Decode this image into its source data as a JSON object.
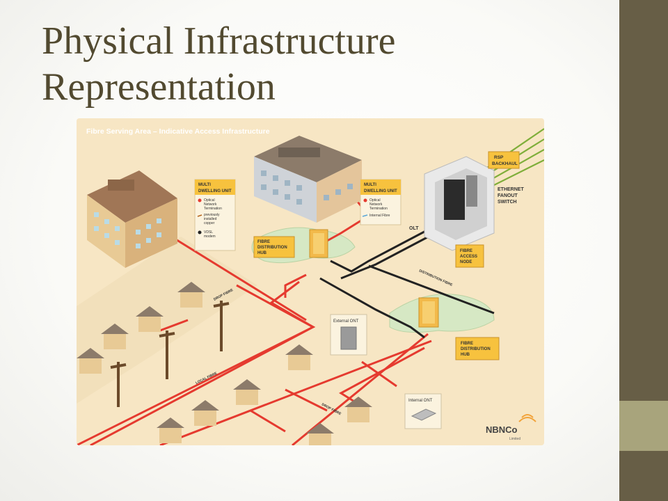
{
  "slide": {
    "title_line1": "Physical Infrastructure",
    "title_line2": "Representation"
  },
  "diagram": {
    "heading": "Fibre Serving Area – Indicative Access Infrastructure",
    "mdu_left": {
      "title1": "MULTI",
      "title2": "DWELLING UNIT",
      "legend": [
        {
          "line1": "Optical",
          "line2": "Network",
          "line3": "Termination"
        },
        {
          "line1": "previously",
          "line2": "installed",
          "line3": "copper"
        },
        {
          "line1": "VDSL",
          "line2": "modem",
          "line3": ""
        }
      ]
    },
    "mdu_right": {
      "title1": "MULTI",
      "title2": "DWELLING UNIT",
      "legend": [
        {
          "line1": "Optical",
          "line2": "Network",
          "line3": "Termination"
        },
        {
          "line1": "Internal Fibre",
          "line2": "",
          "line3": ""
        }
      ]
    },
    "rsp": {
      "line1": "RSP",
      "line2": "BACKHAUL"
    },
    "ethernet": {
      "line1": "ETHERNET",
      "line2": "FANOUT",
      "line3": "SWITCH"
    },
    "olt": "OLT",
    "fan": {
      "line1": "FIBRE",
      "line2": "ACCESS",
      "line3": "NODE"
    },
    "fdh1": {
      "line1": "FIBRE",
      "line2": "DISTRIBUTION",
      "line3": "HUB"
    },
    "fdh2": {
      "line1": "FIBRE",
      "line2": "DISTRIBUTION",
      "line3": "HUB"
    },
    "distribution_fibre": "DISTRIBUTION FIBRE",
    "drop_fibre_1": "DROP FIBRE",
    "drop_fibre_2": "DROP FIBRE",
    "local_fibre": "LOCAL FIBRE",
    "external_ont": "External ONT",
    "internal_ont": "Internal ONT",
    "logo": {
      "brand": "NBNCo",
      "sub": "Limited"
    },
    "colors": {
      "background": "#f7e6c4",
      "local_fibre": "#e53a2f",
      "distribution_fibre": "#222222",
      "backhaul": "#7fae3a",
      "label_yellow": "#f7c23e",
      "building": "#d9b98c",
      "roof": "#8c7b6a"
    }
  }
}
